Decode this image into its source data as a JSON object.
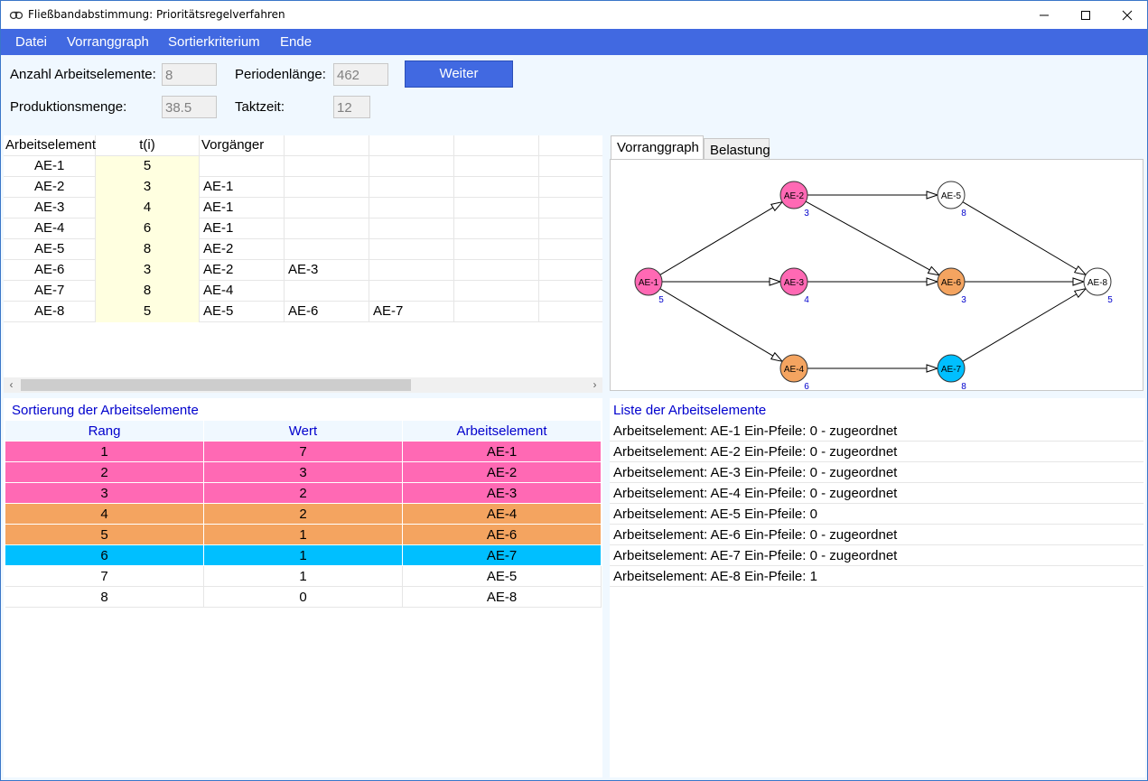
{
  "window": {
    "title": "Fließbandabstimmung: Prioritätsregelverfahren"
  },
  "menu": [
    "Datei",
    "Vorranggraph",
    "Sortierkriterium",
    "Ende"
  ],
  "form": {
    "anzahl_label": "Anzahl Arbeitselemente:",
    "anzahl_value": "8",
    "perioden_label": "Periodenlänge:",
    "perioden_value": "462",
    "produktion_label": "Produktionsmenge:",
    "produktion_value": "38.5",
    "takt_label": "Taktzeit:",
    "takt_value": "12",
    "weiter_label": "Weiter"
  },
  "grid": {
    "headers": [
      "Arbeitselement",
      "t(i)",
      "Vorgänger",
      "",
      "",
      "",
      ""
    ],
    "rows": [
      [
        "AE-1",
        "5",
        "",
        "",
        ""
      ],
      [
        "AE-2",
        "3",
        "AE-1",
        "",
        ""
      ],
      [
        "AE-3",
        "4",
        "AE-1",
        "",
        ""
      ],
      [
        "AE-4",
        "6",
        "AE-1",
        "",
        ""
      ],
      [
        "AE-5",
        "8",
        "AE-2",
        "",
        ""
      ],
      [
        "AE-6",
        "3",
        "AE-2",
        "AE-3",
        ""
      ],
      [
        "AE-7",
        "8",
        "AE-4",
        "",
        ""
      ],
      [
        "AE-8",
        "5",
        "AE-5",
        "AE-6",
        "AE-7"
      ]
    ]
  },
  "tabs": [
    "Vorranggraph",
    "Belastung"
  ],
  "graph": {
    "nodes": [
      {
        "id": "AE-1",
        "t": "5",
        "color": "#ff69b4"
      },
      {
        "id": "AE-2",
        "t": "3",
        "color": "#ff69b4"
      },
      {
        "id": "AE-3",
        "t": "4",
        "color": "#ff69b4"
      },
      {
        "id": "AE-4",
        "t": "6",
        "color": "#f4a460"
      },
      {
        "id": "AE-5",
        "t": "8",
        "color": "#ffffff"
      },
      {
        "id": "AE-6",
        "t": "3",
        "color": "#f4a460"
      },
      {
        "id": "AE-7",
        "t": "8",
        "color": "#00bfff"
      },
      {
        "id": "AE-8",
        "t": "5",
        "color": "#ffffff"
      }
    ],
    "edges": [
      [
        "AE-1",
        "AE-2"
      ],
      [
        "AE-1",
        "AE-3"
      ],
      [
        "AE-1",
        "AE-4"
      ],
      [
        "AE-2",
        "AE-5"
      ],
      [
        "AE-2",
        "AE-6"
      ],
      [
        "AE-3",
        "AE-6"
      ],
      [
        "AE-4",
        "AE-7"
      ],
      [
        "AE-5",
        "AE-8"
      ],
      [
        "AE-6",
        "AE-8"
      ],
      [
        "AE-7",
        "AE-8"
      ]
    ]
  },
  "sort": {
    "title": "Sortierung der Arbeitselemente",
    "headers": [
      "Rang",
      "Wert",
      "Arbeitselement"
    ],
    "rows": [
      {
        "rang": "1",
        "wert": "7",
        "ae": "AE-1",
        "color": "#ff69b4"
      },
      {
        "rang": "2",
        "wert": "3",
        "ae": "AE-2",
        "color": "#ff69b4"
      },
      {
        "rang": "3",
        "wert": "2",
        "ae": "AE-3",
        "color": "#ff69b4"
      },
      {
        "rang": "4",
        "wert": "2",
        "ae": "AE-4",
        "color": "#f4a460"
      },
      {
        "rang": "5",
        "wert": "1",
        "ae": "AE-6",
        "color": "#f4a460"
      },
      {
        "rang": "6",
        "wert": "1",
        "ae": "AE-7",
        "color": "#00bfff"
      },
      {
        "rang": "7",
        "wert": "1",
        "ae": "AE-5",
        "color": "#ffffff"
      },
      {
        "rang": "8",
        "wert": "0",
        "ae": "AE-8",
        "color": "#ffffff"
      }
    ]
  },
  "list": {
    "title": "Liste der Arbeitselemente",
    "items": [
      "Arbeitselement: AE-1 Ein-Pfeile:  0 - zugeordnet",
      "Arbeitselement: AE-2 Ein-Pfeile:  0 - zugeordnet",
      "Arbeitselement: AE-3 Ein-Pfeile:  0 - zugeordnet",
      "Arbeitselement: AE-4 Ein-Pfeile:  0 - zugeordnet",
      "Arbeitselement: AE-5 Ein-Pfeile:  0",
      "Arbeitselement: AE-6 Ein-Pfeile:  0 - zugeordnet",
      "Arbeitselement: AE-7 Ein-Pfeile:  0 - zugeordnet",
      "Arbeitselement: AE-8 Ein-Pfeile:  1"
    ]
  }
}
